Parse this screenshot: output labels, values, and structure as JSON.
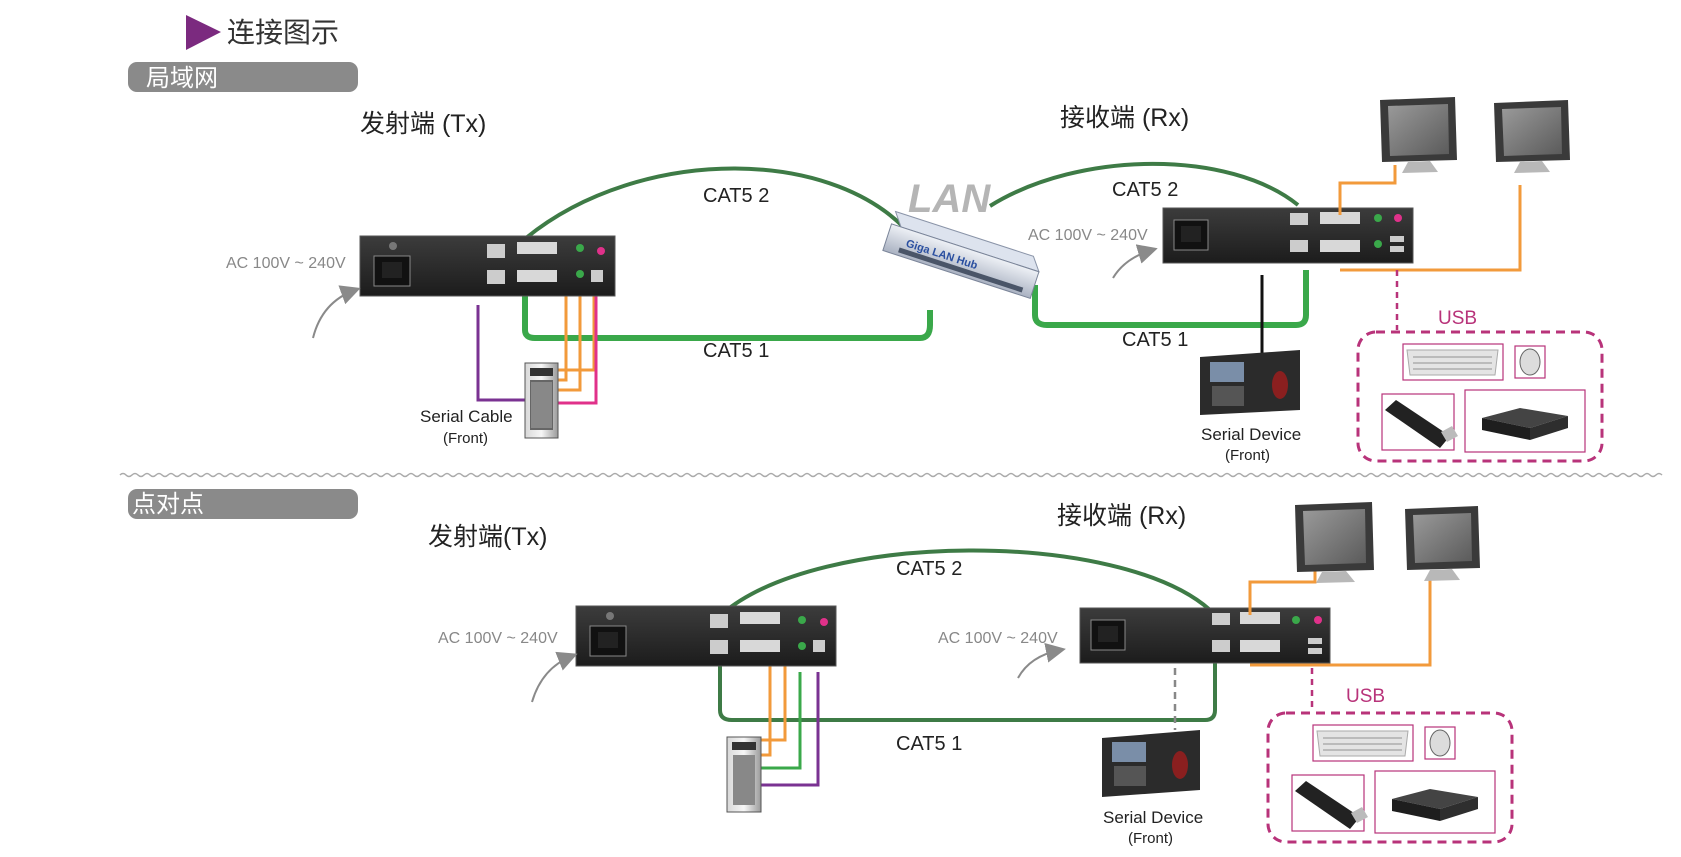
{
  "header": {
    "title": "连接图示"
  },
  "sections": [
    {
      "label": "局域网",
      "tx_title": "发射端 (Tx)",
      "rx_title": "接收端 (Rx)",
      "cat5_top_label": "CAT5 2",
      "cat5_bottom_label": "CAT5 1",
      "rx_cat5_top_label": "CAT5 2",
      "rx_cat5_bottom_label": "CAT5 1",
      "lan_label": "LAN",
      "hub_label": "Giga LAN Hub",
      "tx_power": "AC 100V ~ 240V",
      "rx_power": "AC 100V ~ 240V",
      "tx_serial_label": "Serial Cable",
      "tx_serial_sub": "(Front)",
      "rx_serial_label": "Serial Device",
      "rx_serial_sub": "(Front)",
      "usb_label": "USB"
    },
    {
      "label": "点对点",
      "tx_title": "发射端(Tx)",
      "rx_title": "接收端 (Rx)",
      "cat5_top_label": "CAT5 2",
      "cat5_bottom_label": "CAT5 1",
      "tx_power": "AC 100V ~ 240V",
      "rx_power": "AC 100V ~ 240V",
      "rx_serial_label": "Serial Device",
      "rx_serial_sub": "(Front)",
      "usb_label": "USB"
    }
  ],
  "colors": {
    "accent_purple": "#7b2a7f",
    "pill_gray": "#8a8a8a",
    "cable_dark_green": "#3e7b46",
    "cable_green": "#3aa84a",
    "cable_orange": "#f29a3b",
    "cable_magenta": "#e0318a",
    "cable_purple": "#7a3292",
    "usb_magenta": "#b8337a",
    "device_dark": "#2b2b2b"
  },
  "icons": [
    "play-triangle-icon",
    "power-arrow-icon",
    "monitor-icon",
    "keyboard-icon",
    "mouse-icon",
    "usb-stick-icon",
    "storage-box-icon",
    "pc-tower-icon",
    "fingerprint-reader-icon",
    "lan-hub-icon"
  ]
}
